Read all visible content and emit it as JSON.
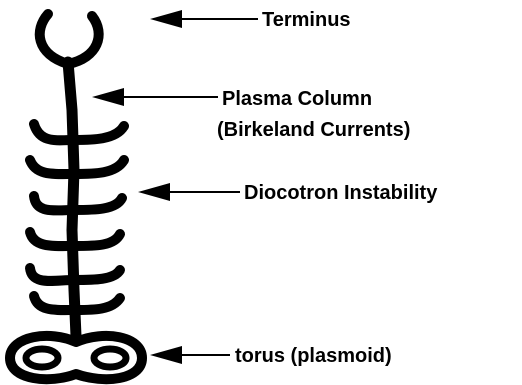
{
  "labels": {
    "terminus": "Terminus",
    "plasma_column": "Plasma Column",
    "birkeland": "(Birkeland Currents)",
    "diocotron": "Diocotron Instability",
    "torus": "torus (plasmoid)"
  },
  "colors": {
    "ink": "#000000",
    "background": "#ffffff"
  }
}
